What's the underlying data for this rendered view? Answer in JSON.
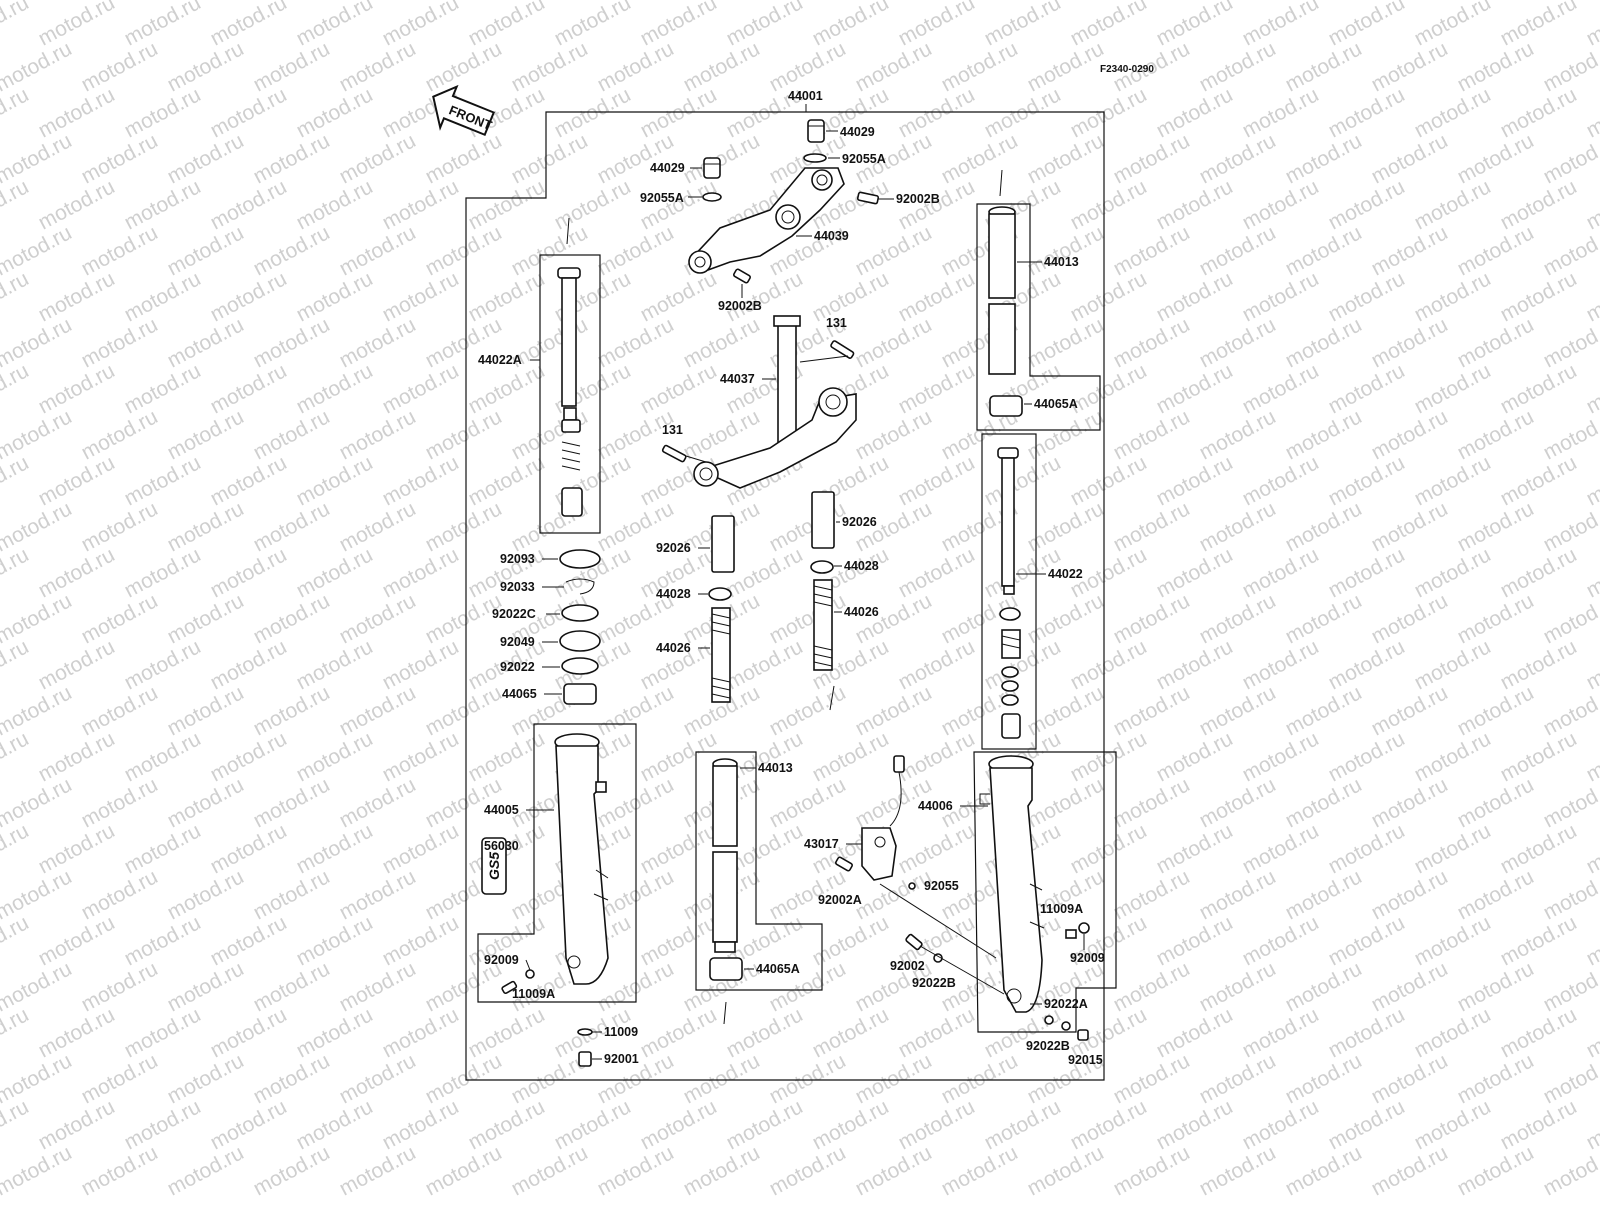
{
  "diagram": {
    "code": "F2340-0290",
    "direction_label": "FRONT",
    "watermark": "motod.ru",
    "badge": "GS5",
    "labels": {
      "l44001": "44001",
      "l44029a": "44029",
      "l92055Aa": "92055A",
      "l44029b": "44029",
      "l92055Ab": "92055A",
      "l92002Ba": "92002B",
      "l44039": "44039",
      "l92002Bb": "92002B",
      "l44013a": "44013",
      "l44065Aa": "44065A",
      "l131a": "131",
      "l44037": "44037",
      "l131b": "131",
      "l44022A": "44022A",
      "l92026a": "92026",
      "l92026b": "92026",
      "l44028a": "44028",
      "l44028b": "44028",
      "l44026a": "44026",
      "l44026b": "44026",
      "l44022": "44022",
      "l92093": "92093",
      "l92033": "92033",
      "l92022C": "92022C",
      "l92049": "92049",
      "l92022": "92022",
      "l44065": "44065",
      "l44013b": "44013",
      "l44065Ab": "44065A",
      "l44005": "44005",
      "l56030": "56030",
      "l92009a": "92009",
      "l11009Aa": "11009A",
      "l11009": "11009",
      "l92001": "92001",
      "l43017": "43017",
      "l92002A": "92002A",
      "l92055": "92055",
      "l92002": "92002",
      "l92022B_a": "92022B",
      "l44006": "44006",
      "l11009Ab": "11009A",
      "l92009b": "92009",
      "l92022A": "92022A",
      "l92022B_b": "92022B",
      "l92015": "92015"
    }
  }
}
